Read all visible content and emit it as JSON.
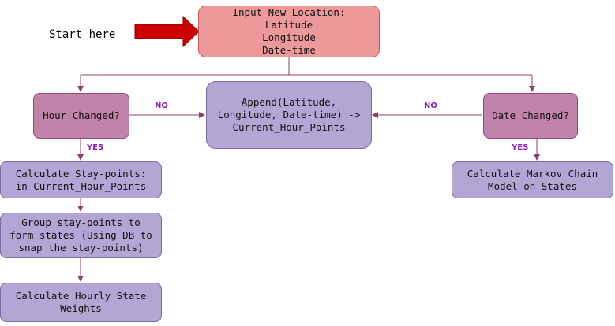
{
  "start_label": "Start here",
  "nodes": {
    "input": "Input New Location:\nLatitude\nLongitude\nDate-time",
    "hour_changed": "Hour Changed?",
    "append": "Append(Latitude,\nLongitude, Date-time) ->\nCurrent_Hour_Points",
    "date_changed": "Date Changed?",
    "stay_points": "Calculate Stay-points:\nin Current_Hour_Points",
    "group_states": "Group stay-points to\nform states (Using DB to\nsnap the stay-points)",
    "hourly_weights": "Calculate Hourly State\nWeights",
    "markov": "Calculate Markov Chain\nModel on States"
  },
  "edge_labels": {
    "hour_no": "NO",
    "hour_yes": "YES",
    "date_no": "NO",
    "date_yes": "YES"
  },
  "colors": {
    "arrow_red": "#cc0000",
    "edge": "#8d3f6a",
    "label": "#8a1ab0"
  }
}
